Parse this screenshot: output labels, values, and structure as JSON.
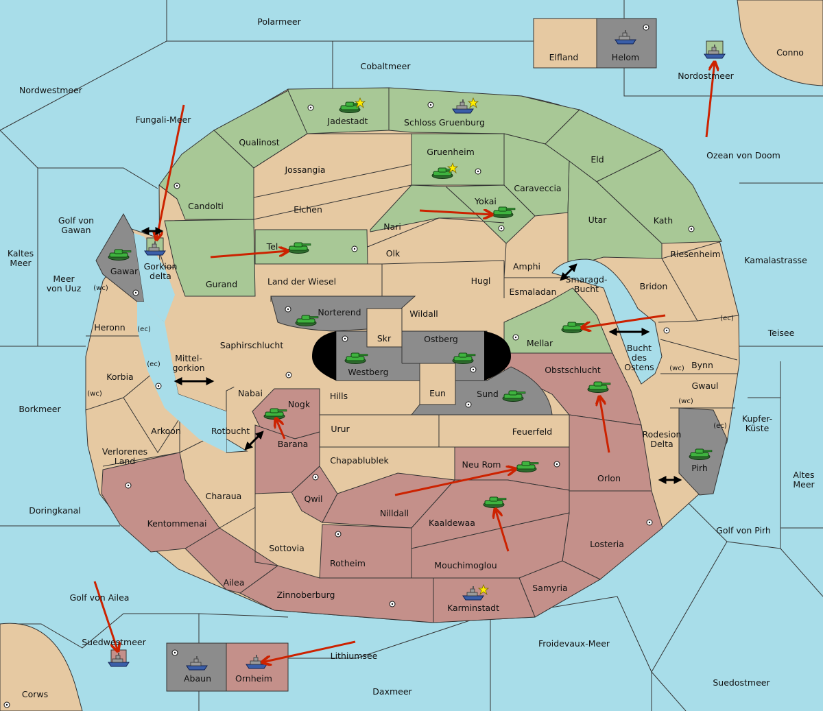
{
  "colors": {
    "sea": "#a8dde9",
    "neutral": "#e6c9a2",
    "green": "#a8c896",
    "red": "#c4908a",
    "gray": "#8c8c8c",
    "black": "#000000",
    "arrow": "#cc2200"
  },
  "icons": [
    "tank-icon",
    "ship-icon",
    "star-icon",
    "supply-center-icon",
    "move-arrow",
    "double-arrow"
  ],
  "labels": {
    "polarmeer": "Polarmeer",
    "cobaltmeer": "Cobaltmeer",
    "nordwestmeer": "Nordwestmeer",
    "elfland": "Elfland",
    "helom": "Helom",
    "conno": "Conno",
    "nordostmeer": "Nordostmeer",
    "fungali": "Fungali-Meer",
    "jadestadt": "Jadestadt",
    "schloss": "Schloss Gruenburg",
    "qualinost": "Qualinost",
    "ozean": "Ozean von Doom",
    "gruenheim": "Gruenheim",
    "jossangia": "Jossangia",
    "eld": "Eld",
    "candolti": "Candolti",
    "caraveccia": "Caraveccia",
    "elchen": "Elchen",
    "yokai": "Yokai",
    "kamala": "Kamalastrasse",
    "golf_gawan": "Golf von\nGawan",
    "nari": "Nari",
    "utar": "Utar",
    "kath": "Kath",
    "kaltes": "Kaltes\nMeer",
    "gorkion": "Gorkion\ndelta",
    "gawar": "Gawar",
    "tel": "Tel",
    "olk": "Olk",
    "riesenheim": "Riesenheim",
    "meer_uuz": "Meer\nvon Uuz",
    "wc1": "(wc)",
    "gurand": "Gurand",
    "land_wiesel": "Land der Wiesel",
    "amphi": "Amphi",
    "hugl": "Hugl",
    "smaragd": "Smaragd-\nBucht",
    "bridon": "Bridon",
    "esmaladan": "Esmaladan",
    "teisee": "Teisee",
    "heronn": "Heronn",
    "ec1": "(ec)",
    "norterend": "Norterend",
    "wildall": "Wildall",
    "ec2": "(ec)",
    "skr": "Skr",
    "ostberg": "Ostberg",
    "mellar": "Mellar",
    "saphir": "Saphirschlucht",
    "bucht_ostens": "Bucht\ndes\nOstens",
    "korbia": "Korbia",
    "ec3": "(ec)",
    "mittel": "Mittel-\ngorkion",
    "westberg": "Westberg",
    "obstschlucht": "Obstschlucht",
    "wc2": "(wc)",
    "bynn": "Bynn",
    "wc3": "(wc)",
    "nabai": "Nabai",
    "eun": "Eun",
    "sund": "Sund",
    "gwaul": "Gwaul",
    "borkmeer": "Borkmeer",
    "hills": "Hills",
    "nogk": "Nogk",
    "wc4": "(wc)",
    "kupfer": "Kupfer-\nKüste",
    "ec4": "(ec)",
    "arkoon": "Arkoon",
    "rotbucht": "Rotbucht",
    "urur": "Urur",
    "feuerfeld": "Feuerfeld",
    "rodesion": "Rodesion\nDelta",
    "verlorenes": "Verlorenes\nLand",
    "barana": "Barana",
    "chapablublek": "Chapablublek",
    "neu_rom": "Neu Rom",
    "pirh": "Pirh",
    "orlon": "Orlon",
    "altes": "Altes\nMeer",
    "charaua": "Charaua",
    "qwil": "Qwil",
    "doringkanal": "Doringkanal",
    "nilldall": "Nilldall",
    "kaaldewaa": "Kaaldewaa",
    "kentommenai": "Kentommenai",
    "golf_pirh": "Golf von Pirh",
    "losteria": "Losteria",
    "sottovia": "Sottovia",
    "rotheim": "Rotheim",
    "mouchimoglou": "Mouchimoglou",
    "ailea": "Ailea",
    "samyria": "Samyria",
    "golf_ailea": "Golf von Ailea",
    "zinnoberburg": "Zinnoberburg",
    "karminstadt": "Karminstadt",
    "suedwestmeer": "Suedwestmeer",
    "froidevaux": "Froidevaux-Meer",
    "lithiumsee": "Lithiumsee",
    "abaun": "Abaun",
    "ornheim": "Ornheim",
    "suedostmeer": "Suedostmeer",
    "daxmeer": "Daxmeer",
    "corws": "Corws"
  }
}
